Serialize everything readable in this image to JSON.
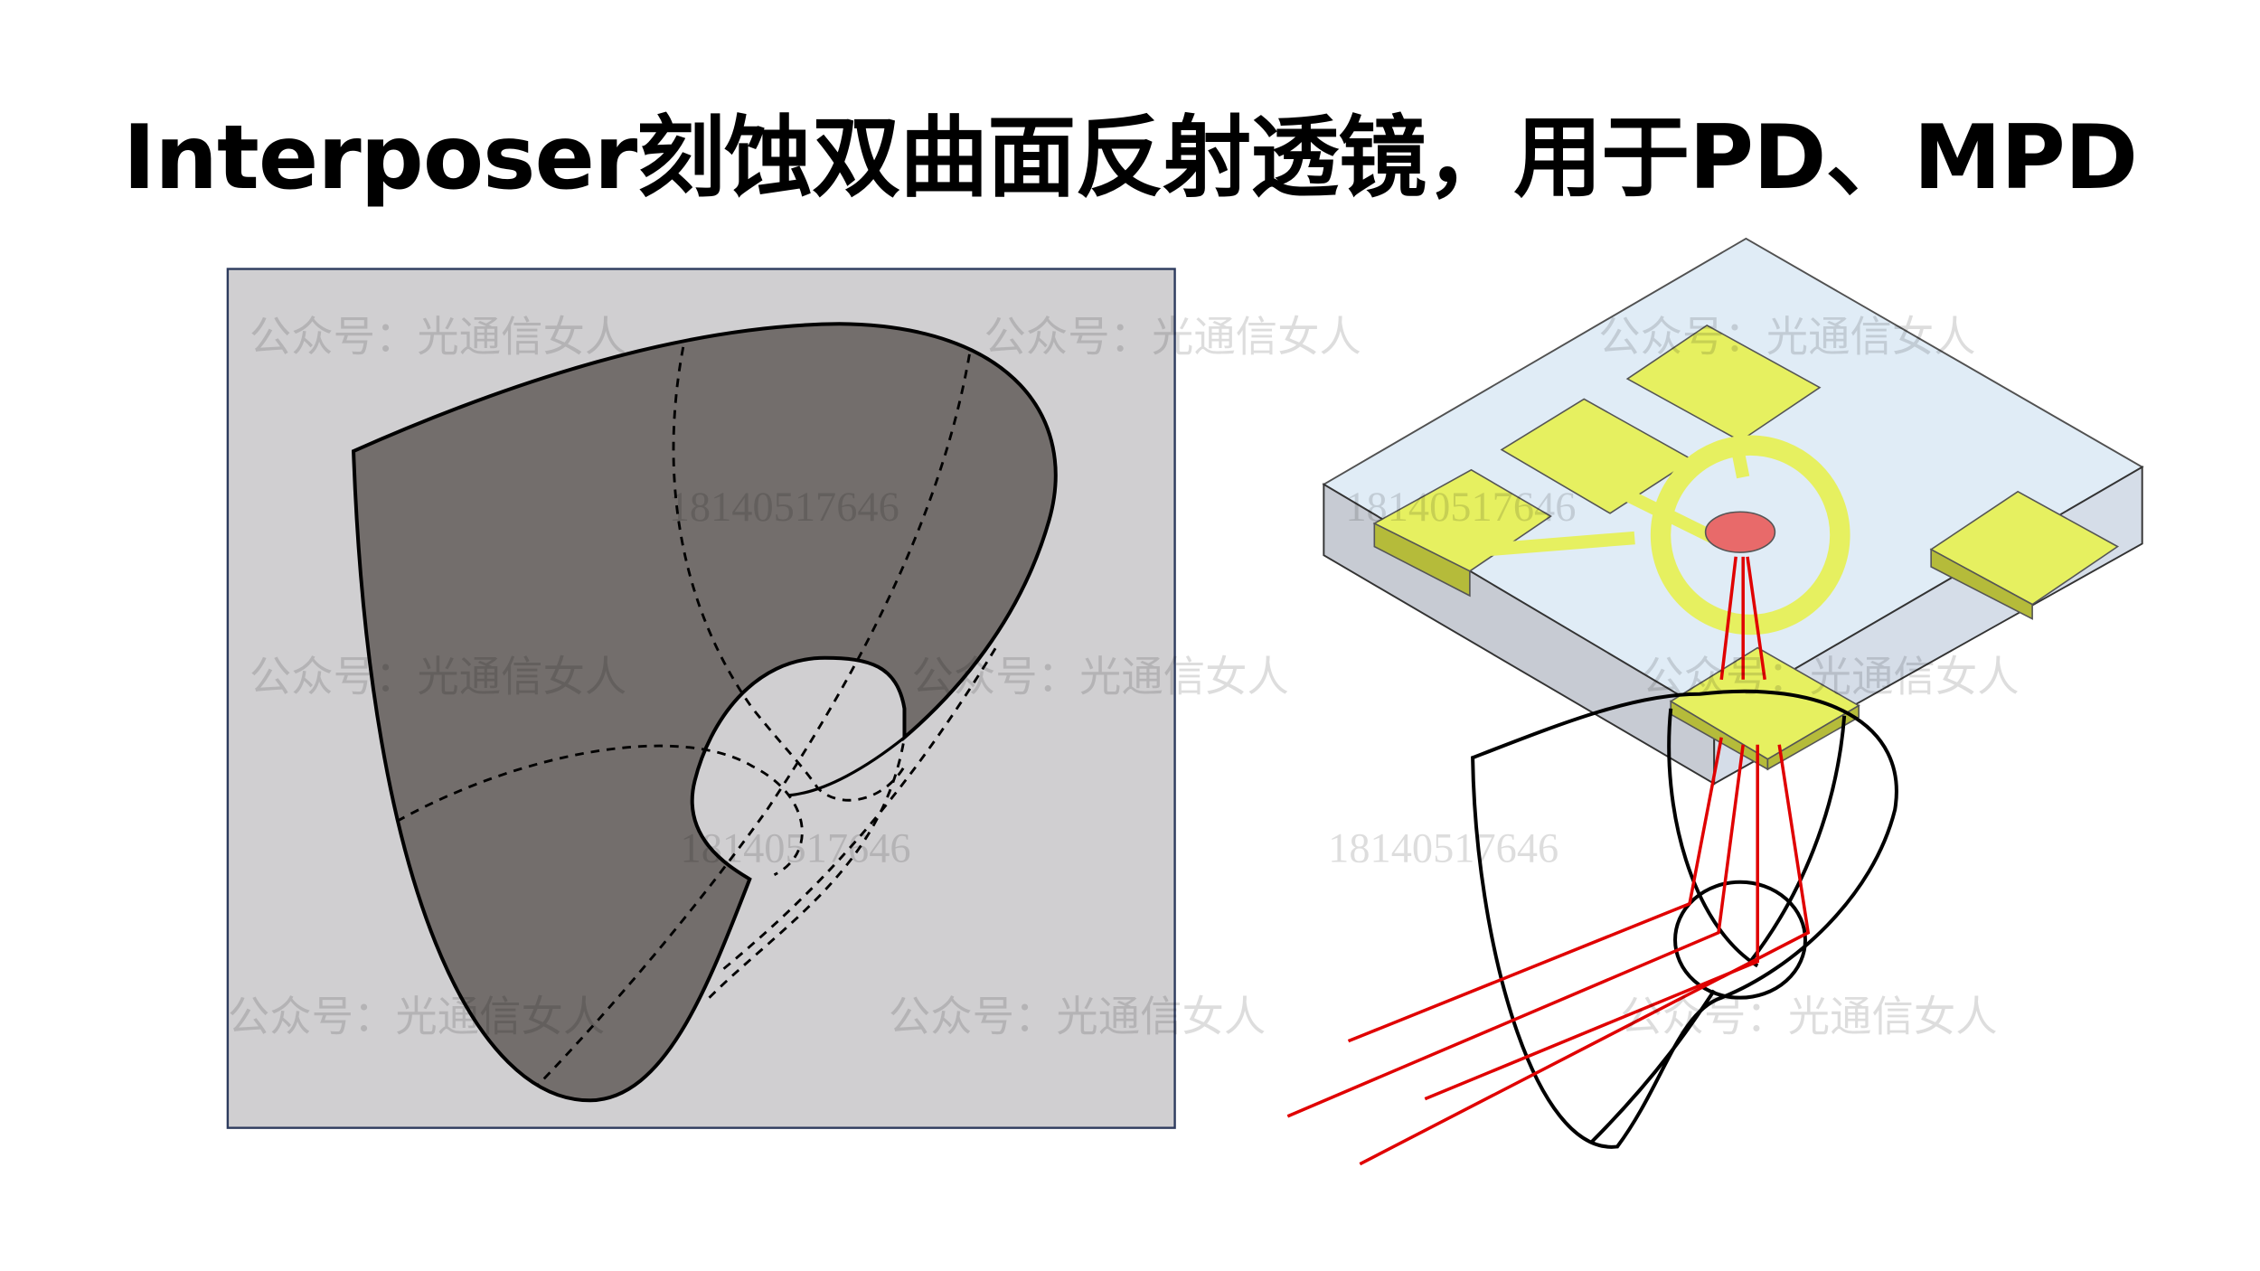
{
  "title": "Interposer刻蚀双曲面反射透镜，用于PD、MPD",
  "watermark": {
    "account": "公众号：光通信女人",
    "phone": "18140517646"
  },
  "colors": {
    "panel_bg": "#d0cfd1",
    "mirror_fill": "#736e6c",
    "substrate": "#dbe9f5",
    "pad": "#e6f060",
    "photodiode": "#e86a6a",
    "beam": "#e00000"
  }
}
